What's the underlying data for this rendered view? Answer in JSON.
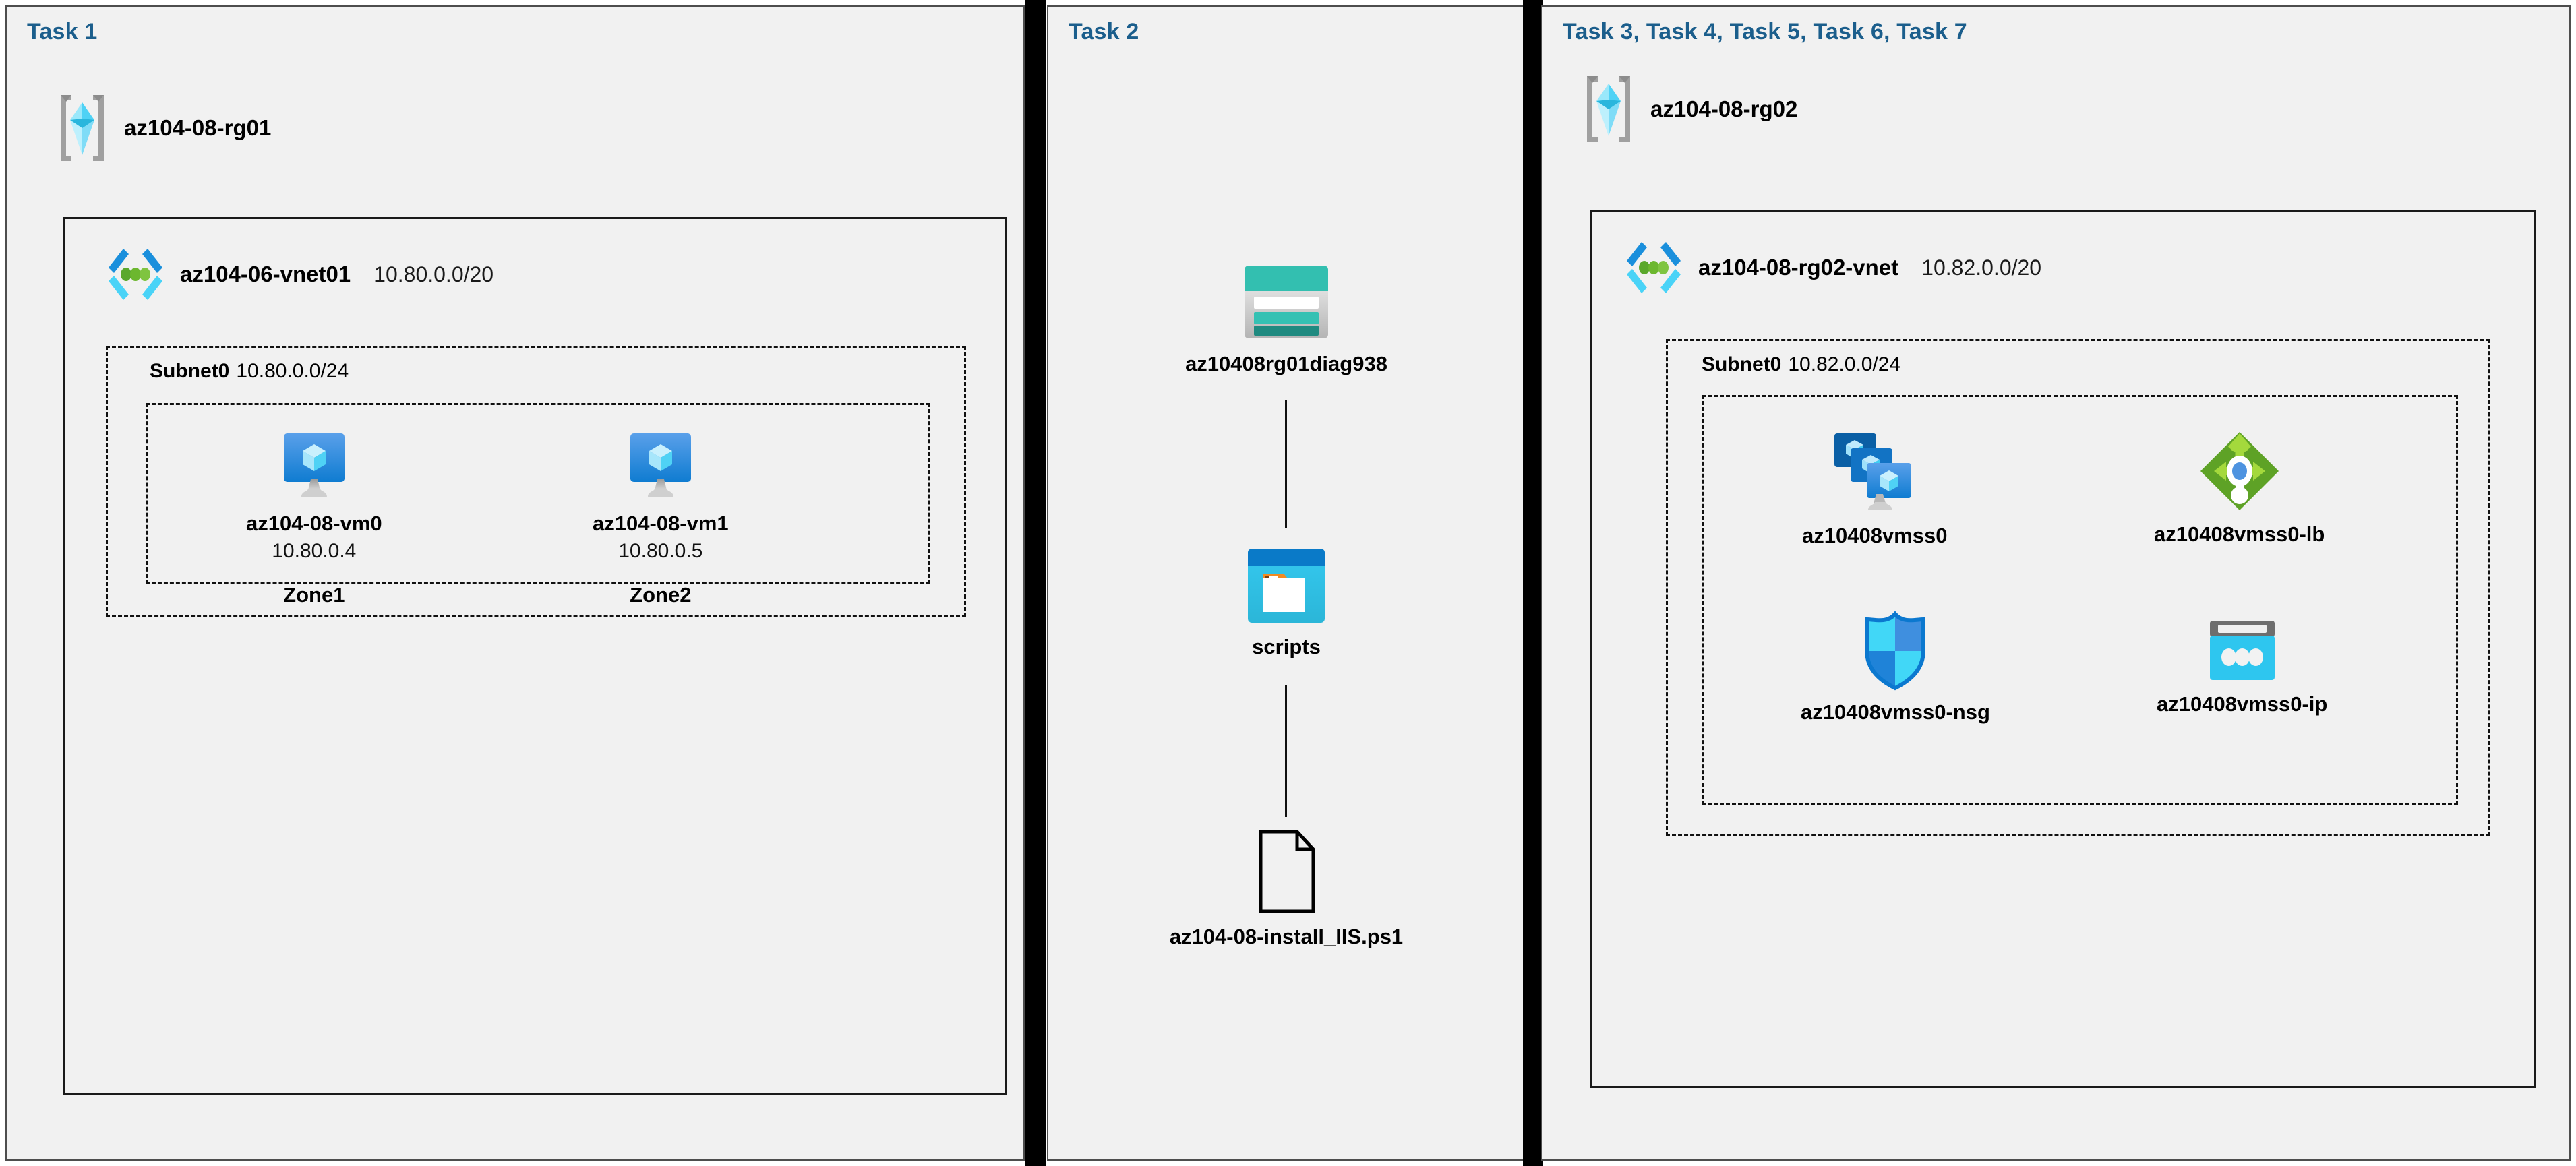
{
  "diagram": {
    "title_color": "#1b5e8c",
    "background": "#f1f1f1"
  },
  "columns": [
    {
      "id": "col1",
      "task_title": "Task 1",
      "resource_group": {
        "icon": "resource-group-icon",
        "name": "az104-08-rg01"
      },
      "vnet": {
        "icon": "virtual-network-icon",
        "name": "az104-06-vnet01",
        "cidr": "10.80.0.0/20"
      },
      "subnet": {
        "name": "Subnet0",
        "cidr": "10.80.0.0/24"
      },
      "resources": [
        {
          "icon": "virtual-machine-icon",
          "name": "az104-08-vm0",
          "ip": "10.80.0.4",
          "zone": "Zone1"
        },
        {
          "icon": "virtual-machine-icon",
          "name": "az104-08-vm1",
          "ip": "10.80.0.5",
          "zone": "Zone2"
        }
      ]
    },
    {
      "id": "col2",
      "task_title": "Task 2",
      "chain": [
        {
          "icon": "storage-account-icon",
          "name": "az10408rg01diag938"
        },
        {
          "icon": "blob-container-icon",
          "name": "scripts"
        },
        {
          "icon": "file-document-icon",
          "name": "az104-08-install_IIS.ps1"
        }
      ]
    },
    {
      "id": "col3",
      "task_title": "Task 3, Task 4, Task 5, Task 6, Task 7",
      "resource_group": {
        "icon": "resource-group-icon",
        "name": "az104-08-rg02"
      },
      "vnet": {
        "icon": "virtual-network-icon",
        "name": "az104-08-rg02-vnet",
        "cidr": "10.82.0.0/20"
      },
      "subnet": {
        "name": "Subnet0",
        "cidr": "10.82.0.0/24"
      },
      "resources": [
        {
          "icon": "vm-scale-set-icon",
          "name": "az10408vmss0"
        },
        {
          "icon": "load-balancer-icon",
          "name": "az10408vmss0-lb"
        },
        {
          "icon": "network-security-group-icon",
          "name": "az10408vmss0-nsg"
        },
        {
          "icon": "public-ip-address-icon",
          "name": "az10408vmss0-ip"
        }
      ]
    }
  ]
}
